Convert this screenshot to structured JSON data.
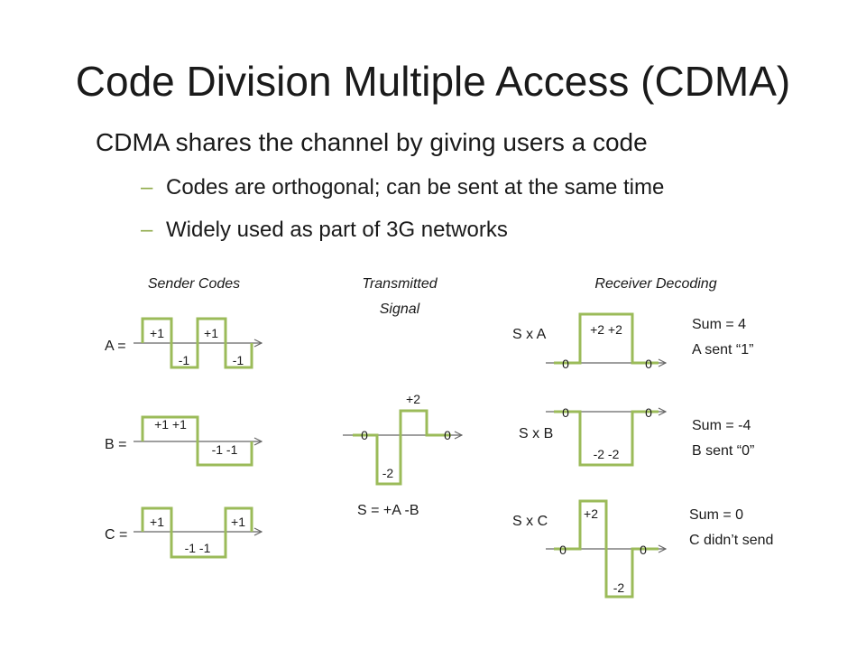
{
  "title": "Code Division Multiple Access (CDMA)",
  "subtitle": "CDMA shares the channel by giving users a code",
  "bullets": [
    "Codes are orthogonal; can be sent at the same time",
    "Widely used as part of 3G networks"
  ],
  "bullet_marker": "–",
  "colors": {
    "waveform": "#9bbb59",
    "axis": "#666666",
    "bullet_dash": "#8faa49"
  },
  "headers": {
    "sender": "Sender Codes",
    "transmitted_line1": "Transmitted",
    "transmitted_line2": "Signal",
    "receiver": "Receiver Decoding"
  },
  "sender": {
    "a_label": "A =",
    "a_values": [
      "+1",
      "+1",
      "-1",
      "-1"
    ],
    "b_label": "B =",
    "b_values": [
      "+1 +1",
      "-1  -1"
    ],
    "c_label": "C =",
    "c_values": [
      "+1",
      "+1",
      "-1  -1"
    ]
  },
  "transmitted": {
    "values": [
      "+2",
      "0",
      "0",
      "-2"
    ],
    "equation": "S = +A -B"
  },
  "receiver": {
    "sa_label": "S x A",
    "sa_values": [
      "+2 +2",
      "0",
      "0"
    ],
    "sa_sum": "Sum = 4",
    "sa_result": "A sent “1”",
    "sb_label": "S x B",
    "sb_values": [
      "0",
      "0",
      "-2  -2"
    ],
    "sb_sum": "Sum = -4",
    "sb_result": "B sent “0”",
    "sc_label": "S x C",
    "sc_values": [
      "+2",
      "0",
      "0",
      "-2"
    ],
    "sc_sum": "Sum = 0",
    "sc_result": "C didn’t send"
  }
}
